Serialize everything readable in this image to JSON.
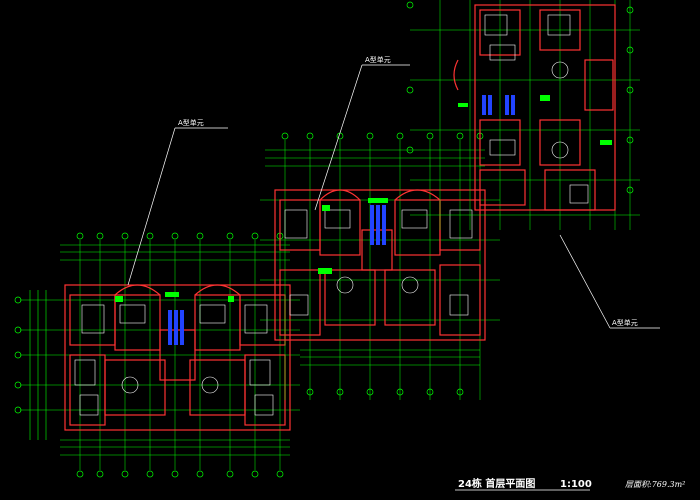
{
  "drawing": {
    "title": "24栋 首层平面图",
    "scale": "1:100",
    "area_label": "层面积:769.3m²"
  },
  "unit_labels": [
    "A型单元",
    "A型单元",
    "A型单元"
  ],
  "colors": {
    "background": "#000000",
    "grid": "#00ff00",
    "walls": "#ff3333",
    "furniture": "#ffffff",
    "accent_blue": "#2244ff",
    "dims": "#00ff00",
    "text": "#ffffff"
  }
}
